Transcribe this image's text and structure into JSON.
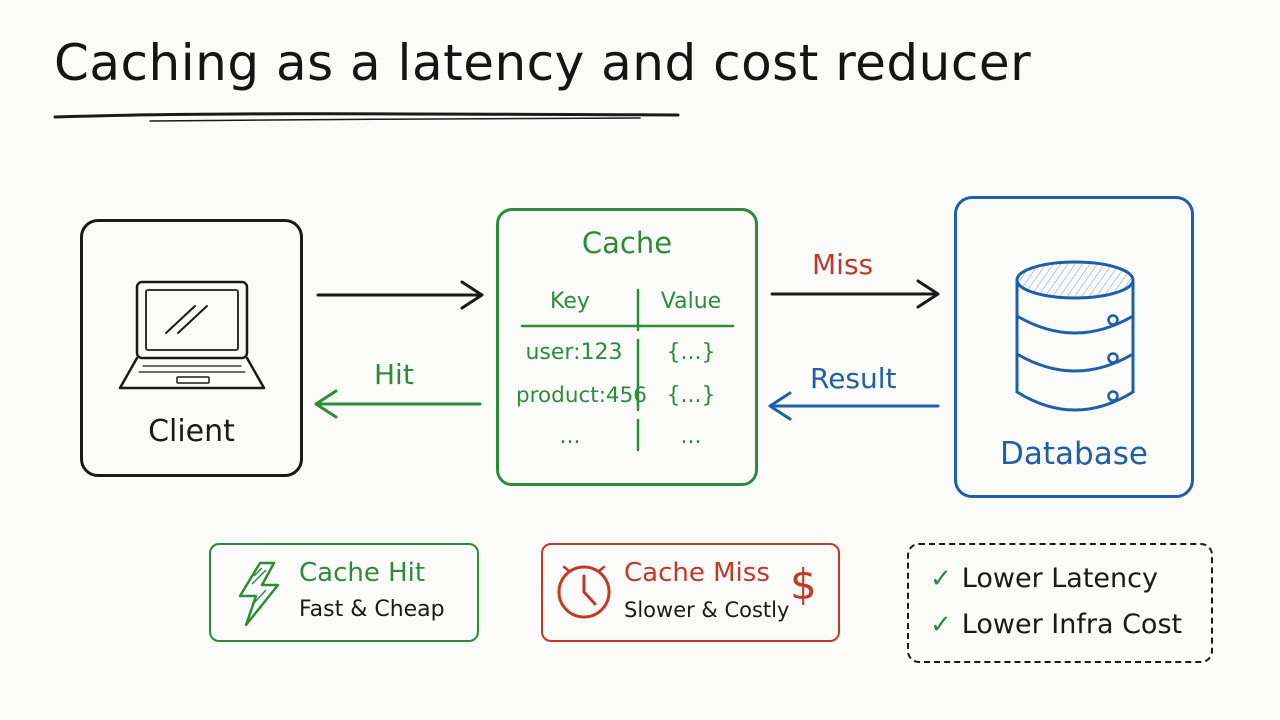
{
  "title": "Caching as a latency and cost reducer",
  "nodes": {
    "client": {
      "label": "Client"
    },
    "cache": {
      "title": "Cache",
      "table": {
        "headers": [
          "Key",
          "Value"
        ],
        "rows": [
          [
            "user:123",
            "{...}"
          ],
          [
            "product:456",
            "{...}"
          ],
          [
            "...",
            "..."
          ]
        ]
      }
    },
    "database": {
      "label": "Database"
    }
  },
  "edges": {
    "miss": "Miss",
    "result": "Result",
    "hit": "Hit"
  },
  "legend": {
    "hit": {
      "title": "Cache Hit",
      "subtitle": "Fast & Cheap"
    },
    "miss": {
      "title": "Cache Miss",
      "subtitle": "Slower & Costly",
      "symbol": "$"
    },
    "benefits": [
      "Lower Latency",
      "Lower Infra Cost"
    ]
  },
  "colors": {
    "hit": "#2e8b3e",
    "miss": "#c0392b",
    "database": "#1f5ea8",
    "ink": "#1a1a1a"
  },
  "icons": {
    "client": "laptop-icon",
    "database": "database-icon",
    "hit": "lightning-icon",
    "miss": "clock-icon",
    "benefit": "checkmark-icon"
  }
}
